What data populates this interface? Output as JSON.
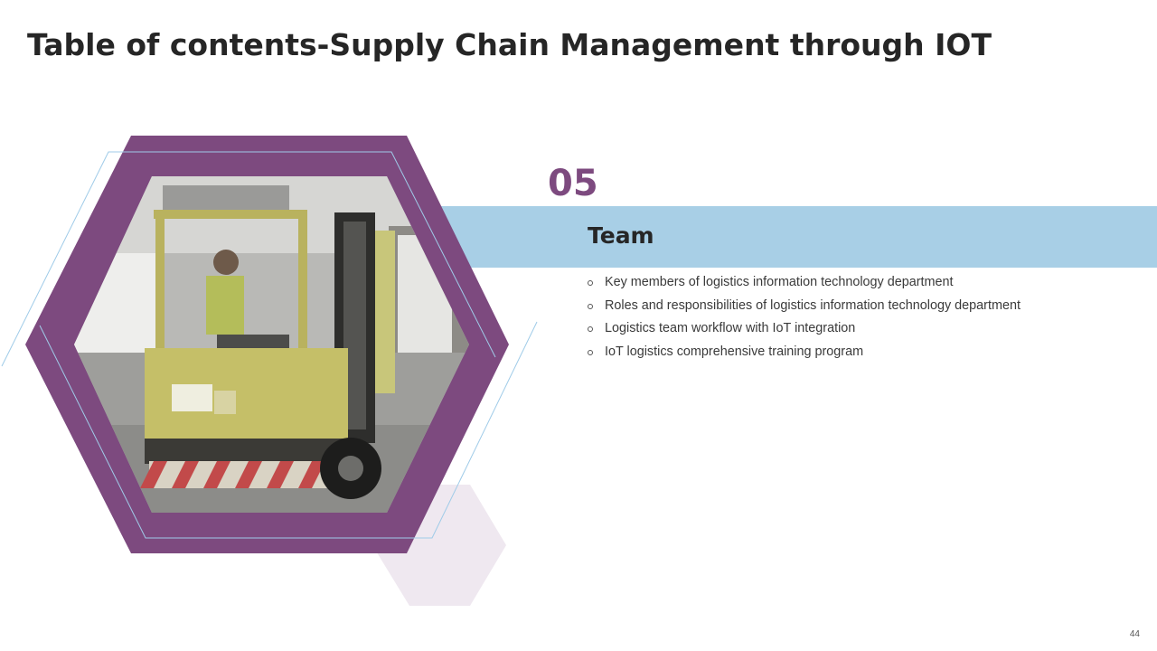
{
  "slide": {
    "title": "Table of contents-Supply Chain Management through IOT",
    "page_number": "44"
  },
  "section": {
    "number": "05",
    "title": "Team",
    "topics": [
      "Key members of logistics information technology department",
      "Roles and responsibilities of logistics information technology department",
      "Logistics team workflow with IoT integration",
      "IoT logistics comprehensive training program"
    ]
  },
  "colors": {
    "accent_purple": "#7d4a7f",
    "light_purple": "#efe8f0",
    "band_blue": "#a8cfe6",
    "outline_blue": "#9fcbe8",
    "title_text": "#262626"
  },
  "icons": {
    "bullet": "hollow-circle-bullet"
  }
}
